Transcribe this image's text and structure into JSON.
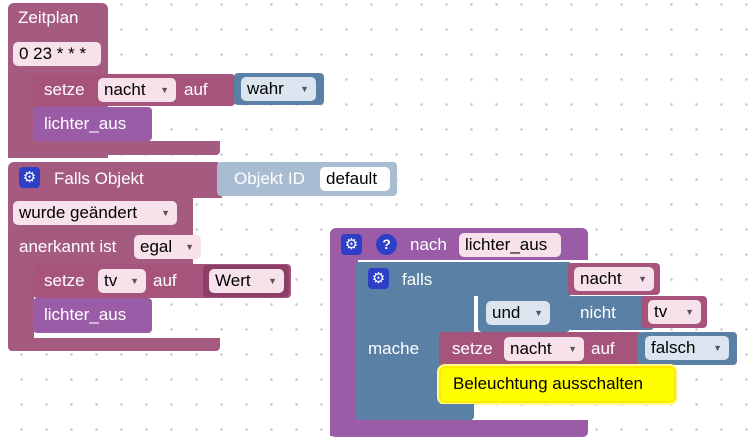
{
  "schedule_block": {
    "title": "Zeitplan",
    "cron": "0 23 * * *",
    "set_label": "setze",
    "variable": "nacht",
    "to_label": "auf",
    "value": "wahr",
    "call": "lichter_aus"
  },
  "trigger_block": {
    "title": "Falls Objekt",
    "object_id_label": "Objekt ID",
    "object_id": "default",
    "condition": "wurde geändert",
    "ack_label": "anerkannt ist",
    "ack_value": "egal",
    "set_label": "setze",
    "variable": "tv",
    "to_label": "auf",
    "value": "Wert",
    "call": "lichter_aus"
  },
  "function_block": {
    "after_label": "nach",
    "name": "lichter_aus",
    "if_label": "falls",
    "cond_var": "nacht",
    "logic_op": "und",
    "not_label": "nicht",
    "not_var": "tv",
    "do_label": "mache",
    "set_label": "setze",
    "variable": "nacht",
    "to_label": "auf",
    "value": "falsch",
    "comment": "Beleuchtung ausschalten"
  },
  "icons": {
    "gear": "⚙",
    "help": "?"
  },
  "colors": {
    "event": "#a55b80",
    "procedure": "#9a5ca6",
    "logic": "#5b80a5",
    "variable": "#a7547d",
    "comment": "#ffff00",
    "dropdown": "#f7e1ea"
  }
}
